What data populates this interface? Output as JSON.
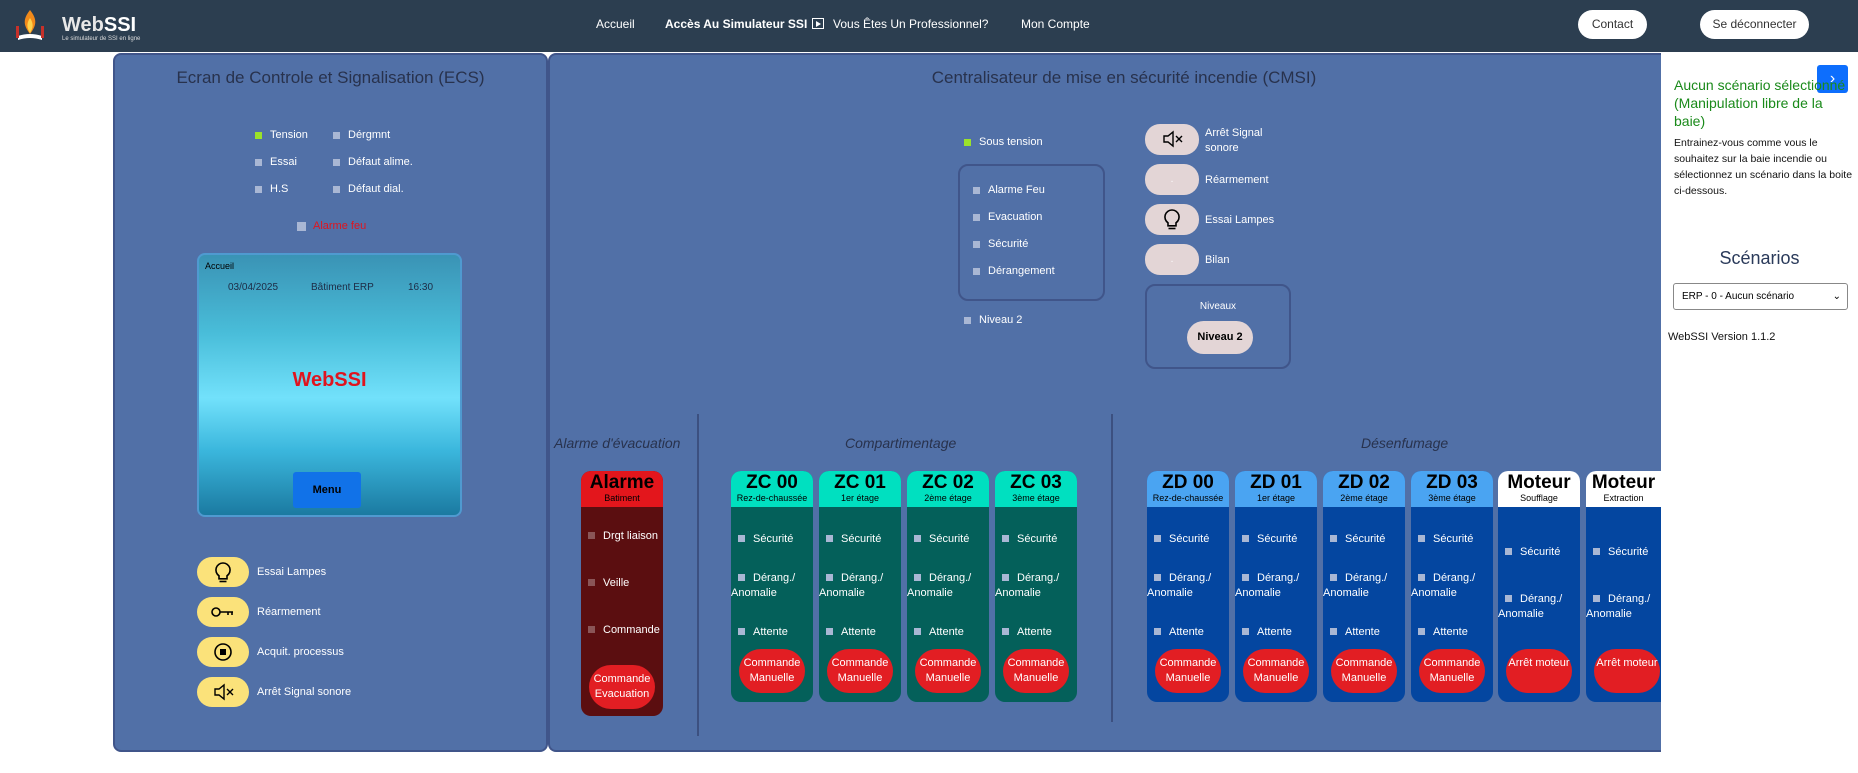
{
  "header": {
    "logo_name": "Web",
    "logo_name_bold": "SSI",
    "logo_tagline": "Le simulateur de SSI en ligne",
    "nav": [
      "Accueil",
      "Accès Au Simulateur SSI",
      "Vous Êtes Un Professionnel?",
      "Mon Compte"
    ],
    "contact_label": "Contact",
    "logout_label": "Se déconnecter"
  },
  "ecs": {
    "title": "Ecran de Controle et Signalisation (ECS)",
    "leds": [
      "Tension",
      "Dérgmnt",
      "Essai",
      "Défaut alime.",
      "H.S",
      "Défaut dial."
    ],
    "alarm_label": "Alarme feu",
    "screen": {
      "header": "Accueil",
      "date": "03/04/2025",
      "building": "Bâtiment ERP",
      "time": "16:30",
      "brand": "WebSSI",
      "menu_label": "Menu"
    },
    "buttons": [
      "Essai Lampes",
      "Réarmement",
      "Acquit. processus",
      "Arrêt Signal sonore"
    ]
  },
  "cmsi": {
    "title": "Centralisateur de mise en sécurité incendie (CMSI)",
    "sous_tension": "Sous tension",
    "status": [
      "Alarme Feu",
      "Evacuation",
      "Sécurité",
      "Dérangement"
    ],
    "niveau_led": "Niveau 2",
    "controls": [
      "Arrêt Signal sonore",
      "Réarmement",
      "Essai Lampes",
      "Bilan"
    ],
    "niveaux_title": "Niveaux",
    "niveaux_button": "Niveau 2",
    "sections": [
      "Alarme d'évacuation",
      "Compartimentage",
      "Désenfumage"
    ],
    "alarme": {
      "title": "Alarme",
      "subtitle": "Batiment",
      "items": [
        "Drgt liaison",
        "Veille",
        "Commande"
      ],
      "button": "Commande Evacuation"
    },
    "zc": [
      {
        "title": "ZC 00",
        "subtitle": "Rez-de-chaussée"
      },
      {
        "title": "ZC 01",
        "subtitle": "1er étage"
      },
      {
        "title": "ZC 02",
        "subtitle": "2ème étage"
      },
      {
        "title": "ZC 03",
        "subtitle": "3ème étage"
      }
    ],
    "zd": [
      {
        "title": "ZD 00",
        "subtitle": "Rez-de-chaussée"
      },
      {
        "title": "ZD 01",
        "subtitle": "1er étage"
      },
      {
        "title": "ZD 02",
        "subtitle": "2ème étage"
      },
      {
        "title": "ZD 03",
        "subtitle": "3ème étage"
      }
    ],
    "moteurs": [
      {
        "title": "Moteur",
        "subtitle": "Soufflage"
      },
      {
        "title": "Moteur",
        "subtitle": "Extraction"
      }
    ],
    "item_securite": "Sécurité",
    "item_derang": "Dérang./ Anomalie",
    "item_attente": "Attente",
    "cmd_manuelle": "Commande Manuelle",
    "arret_moteur": "Arrêt moteur"
  },
  "sidebar": {
    "scenario_title": "Aucun scénario sélectionné (Manipulation libre de la baie)",
    "scenario_desc": "Entrainez-vous comme vous le souhaitez sur la baie incendie ou sélectionnez un scénario dans la boite ci-dessous.",
    "scenarios_heading": "Scénarios",
    "select_value": "ERP - 0 - Aucun scénario",
    "version": "WebSSI Version 1.1.2"
  },
  "colors": {
    "topbar": "#2c3e50",
    "panel": "#5170a7",
    "zc_header": "#00e0c0",
    "zc_body": "#04605a",
    "zd_header": "#4aa4f2",
    "zd_body": "#0446a0",
    "alarm_red": "#e21e23",
    "led_on": "#9be22a",
    "scenario_green": "#1a8a1a"
  }
}
